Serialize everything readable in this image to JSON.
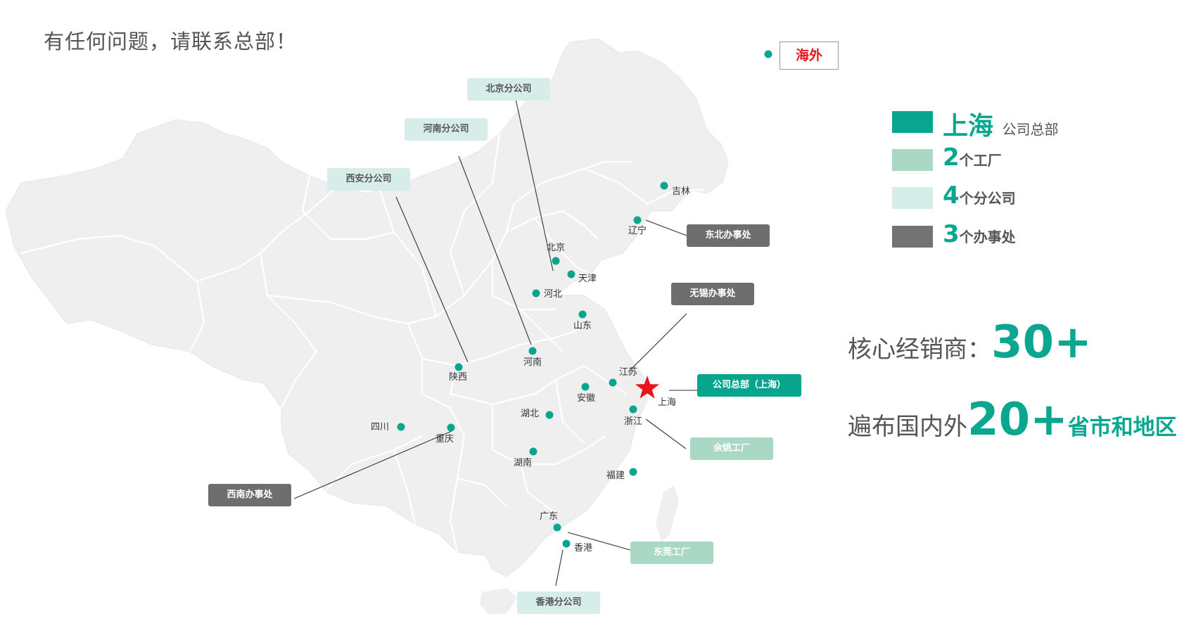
{
  "headline": "有任何问题，请联系总部！",
  "overseas": "海外",
  "legend": {
    "hq": {
      "city": "上海",
      "text": "公司总部",
      "color": "#0aa58e"
    },
    "factory": {
      "count": "2",
      "text": "个工厂",
      "color": "#a9d8c4"
    },
    "branch": {
      "count": "4",
      "text": "个分公司",
      "color": "#d7ede9"
    },
    "office": {
      "count": "3",
      "text": "个办事处",
      "color": "#737373"
    }
  },
  "stats": {
    "dealers": {
      "label": "核心经销商：",
      "value": "30+"
    },
    "coverage": {
      "prefix": "遍布国内外",
      "value": "20+",
      "suffix": "省市和地区"
    }
  },
  "labels": {
    "beijing_branch": "北京分公司",
    "henan_branch": "河南分公司",
    "xian_branch": "西安分公司",
    "northeast_office": "东北办事处",
    "wuxi_office": "无锡办事处",
    "hq_shanghai": "公司总部（上海）",
    "yuyao_factory": "余姚工厂",
    "southwest_office": "西南办事处",
    "dongguan_factory": "东莞工厂",
    "hongkong_branch": "香港分公司"
  },
  "provinces": {
    "jilin": "吉林",
    "liaoning": "辽宁",
    "beijing": "北京",
    "tianjin": "天津",
    "hebei": "河北",
    "shandong": "山东",
    "jiangsu": "江苏",
    "shanghai": "上海",
    "anhui": "安徽",
    "henan": "河南",
    "shaanxi": "陕西",
    "hubei": "湖北",
    "zhejiang": "浙江",
    "sichuan": "四川",
    "chongqing": "重庆",
    "hunan": "湖南",
    "fujian": "福建",
    "guangdong": "广东",
    "hongkong": "香港"
  },
  "colors": {
    "dot": "#0aa58e",
    "map": "#efefef",
    "border": "#ffffff",
    "star": "#e8141a"
  }
}
